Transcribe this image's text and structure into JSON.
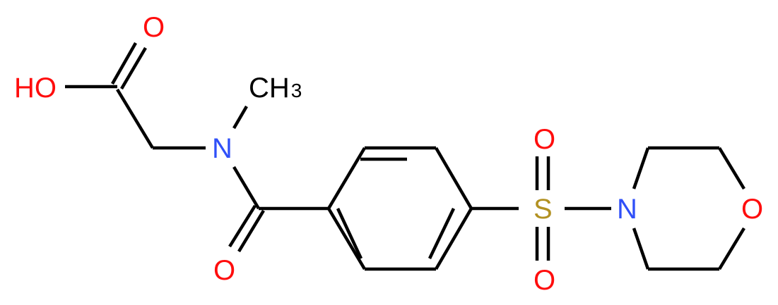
{
  "molecule": {
    "description": "N-methyl-N-[4-(morpholin-4-ylsulfonyl)benzoyl]glycine",
    "colors": {
      "oxygen": "#ff0d0d",
      "nitrogen": "#3050f8",
      "sulfur": "#b29122",
      "carbon": "#000000",
      "bond": "#000000"
    },
    "atoms": {
      "hydroxyl": "HO",
      "acid_carbonyl_oxygen": "O",
      "amide_nitrogen": "N",
      "methyl": "CH",
      "methyl_subscript": "3",
      "amide_oxygen": "O",
      "sulfur": "S",
      "sulfonyl_oxygen_top": "O",
      "sulfonyl_oxygen_bottom": "O",
      "morpholine_nitrogen": "N",
      "morpholine_oxygen": "O"
    }
  }
}
